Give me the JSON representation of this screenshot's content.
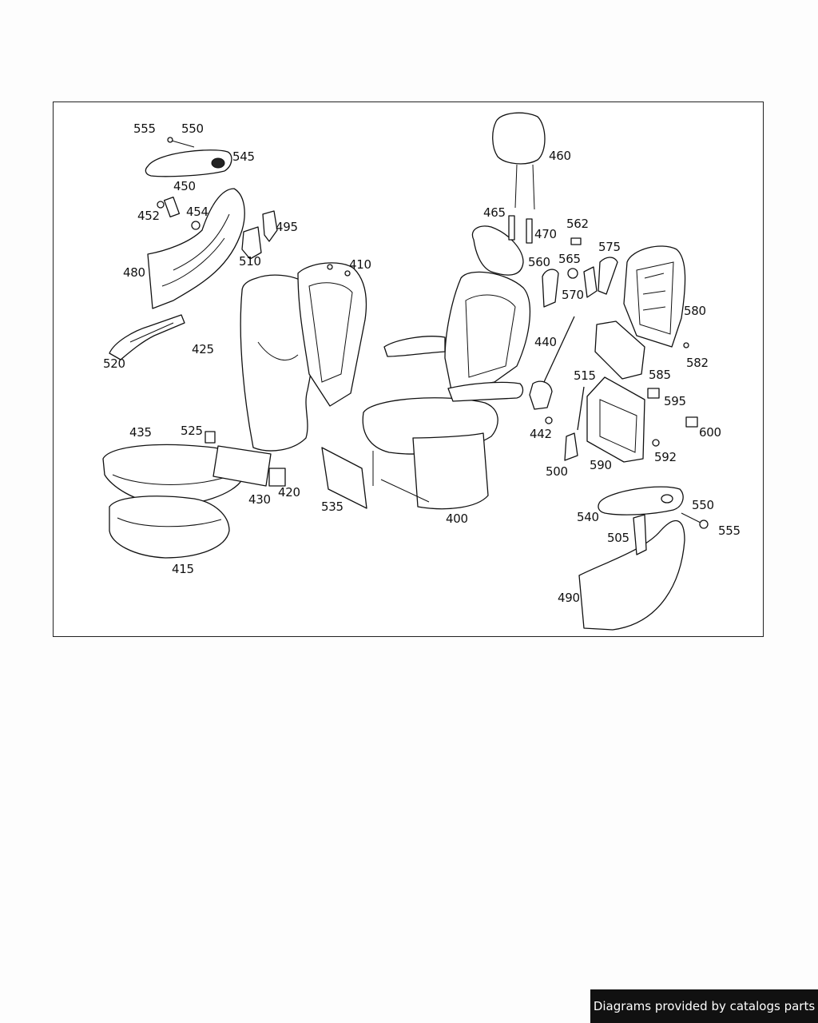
{
  "diagram": {
    "callouts": [
      {
        "id": "555a",
        "label": "555"
      },
      {
        "id": "550a",
        "label": "550"
      },
      {
        "id": "545",
        "label": "545"
      },
      {
        "id": "450",
        "label": "450"
      },
      {
        "id": "452",
        "label": "452"
      },
      {
        "id": "454",
        "label": "454"
      },
      {
        "id": "495",
        "label": "495"
      },
      {
        "id": "510",
        "label": "510"
      },
      {
        "id": "480",
        "label": "480"
      },
      {
        "id": "520",
        "label": "520"
      },
      {
        "id": "425",
        "label": "425"
      },
      {
        "id": "410",
        "label": "410"
      },
      {
        "id": "435",
        "label": "435"
      },
      {
        "id": "525",
        "label": "525"
      },
      {
        "id": "430",
        "label": "430"
      },
      {
        "id": "420",
        "label": "420"
      },
      {
        "id": "535",
        "label": "535"
      },
      {
        "id": "415",
        "label": "415"
      },
      {
        "id": "400",
        "label": "400"
      },
      {
        "id": "460",
        "label": "460"
      },
      {
        "id": "465",
        "label": "465"
      },
      {
        "id": "470",
        "label": "470"
      },
      {
        "id": "562",
        "label": "562"
      },
      {
        "id": "575",
        "label": "575"
      },
      {
        "id": "565",
        "label": "565"
      },
      {
        "id": "560",
        "label": "560"
      },
      {
        "id": "570",
        "label": "570"
      },
      {
        "id": "440",
        "label": "440"
      },
      {
        "id": "580",
        "label": "580"
      },
      {
        "id": "582",
        "label": "582"
      },
      {
        "id": "585",
        "label": "585"
      },
      {
        "id": "515",
        "label": "515"
      },
      {
        "id": "595",
        "label": "595"
      },
      {
        "id": "442",
        "label": "442"
      },
      {
        "id": "600",
        "label": "600"
      },
      {
        "id": "592",
        "label": "592"
      },
      {
        "id": "590",
        "label": "590"
      },
      {
        "id": "500",
        "label": "500"
      },
      {
        "id": "550b",
        "label": "550"
      },
      {
        "id": "540",
        "label": "540"
      },
      {
        "id": "555b",
        "label": "555"
      },
      {
        "id": "505",
        "label": "505"
      },
      {
        "id": "490",
        "label": "490"
      }
    ]
  },
  "footer": {
    "credit": "Diagrams provided by catalogs parts"
  }
}
